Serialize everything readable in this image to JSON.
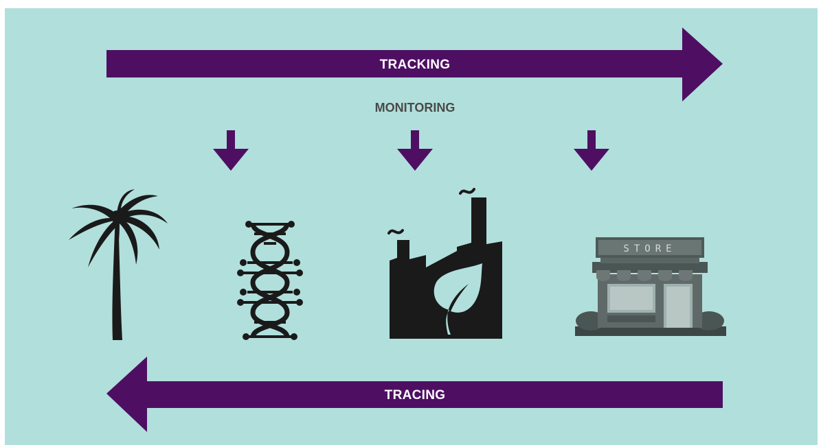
{
  "diagram": {
    "top_arrow_label": "TRACKING",
    "middle_label": "MONITORING",
    "bottom_arrow_label": "TRACING",
    "store_sign": "STORE",
    "icons": [
      "palm-tree-icon",
      "dna-icon",
      "factory-leaf-icon",
      "store-icon"
    ],
    "monitoring_arrow_count": 3
  },
  "colors": {
    "background": "#b1dfdc",
    "arrow": "#4e0f63",
    "monitoring_text": "#4a4a4a",
    "icon": "#1a1a1a",
    "store_gray": "#5f6a68"
  }
}
